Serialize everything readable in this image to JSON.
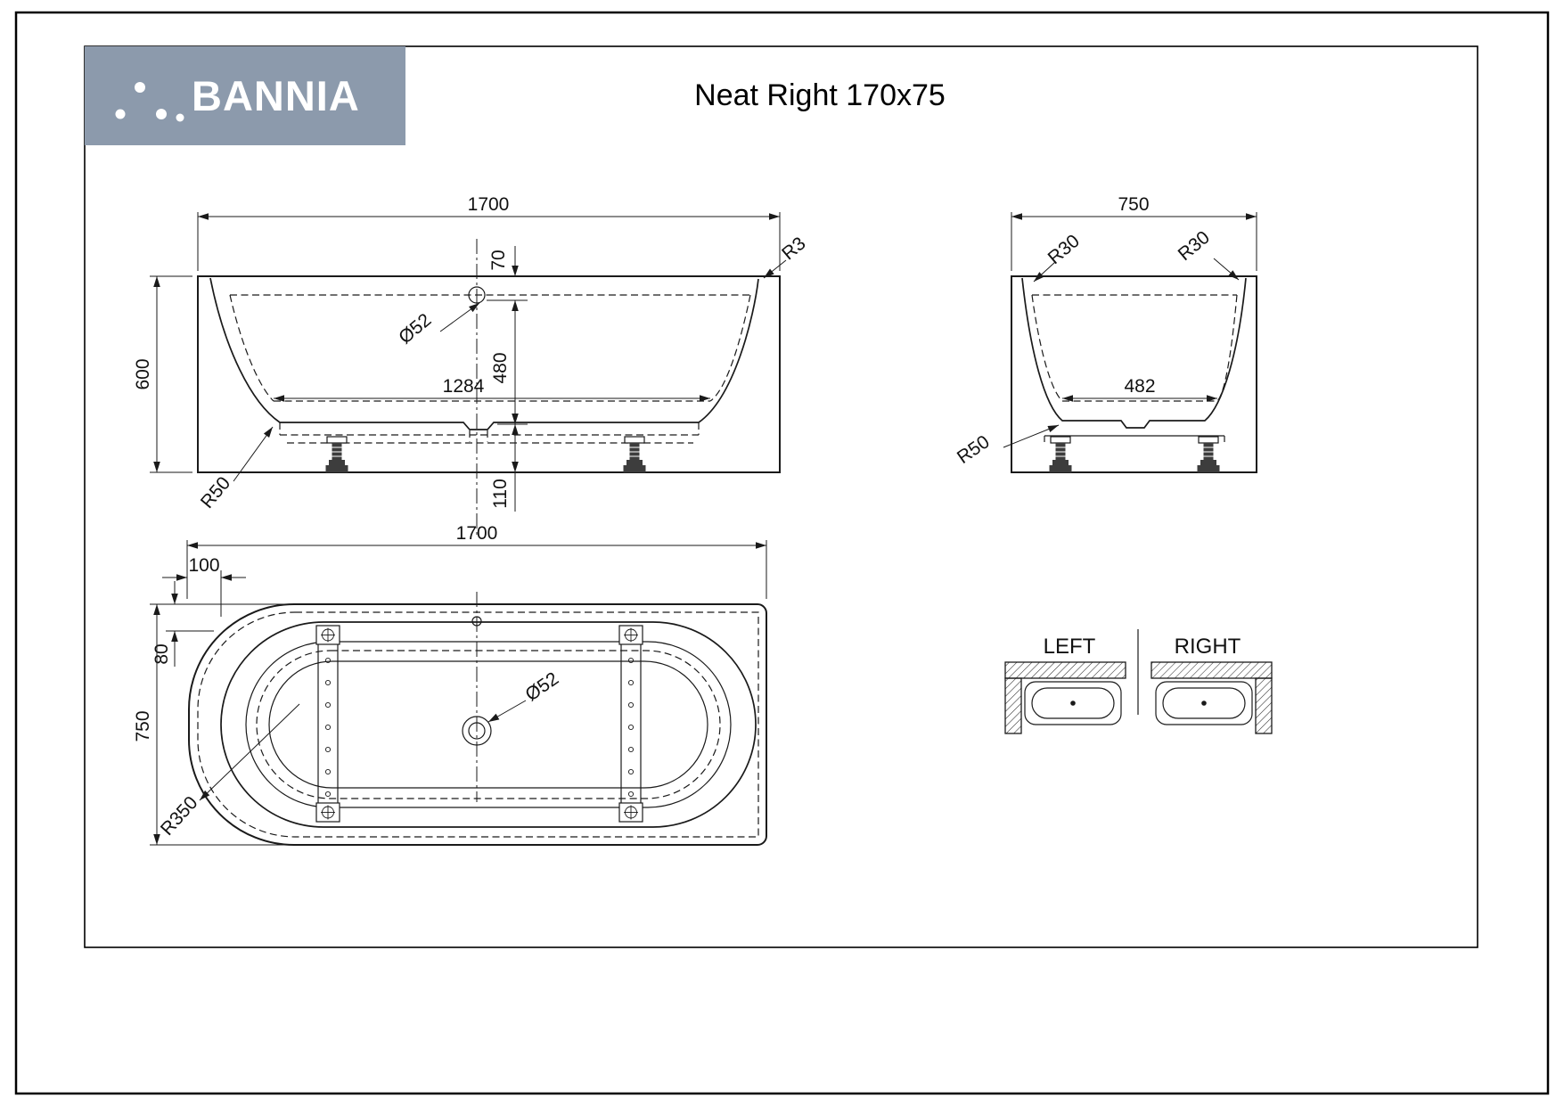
{
  "header": {
    "brand": "BANNIA",
    "title": "Neat Right 170x75"
  },
  "colors": {
    "header_background": "#8c9aac",
    "line_color": "#1a1a1a"
  },
  "front_view": {
    "dim_length": "1700",
    "dim_overflow_offset": "70",
    "dim_overflow_diameter": "Ø52",
    "dim_depth": "480",
    "dim_bottom_length": "1284",
    "dim_height": "600",
    "dim_leg_height": "110",
    "dim_bottom_radius": "R50",
    "dim_rim_radius": "R3"
  },
  "end_view": {
    "dim_width": "750",
    "dim_corner_radius_left": "R30",
    "dim_corner_radius_right": "R30",
    "dim_bottom_width": "482",
    "dim_bottom_radius": "R50"
  },
  "plan_view": {
    "dim_length": "1700",
    "dim_end_offset": "100",
    "dim_rim_offset": "80",
    "dim_width": "750",
    "dim_drain_diameter": "Ø52",
    "dim_corner_radius": "R350"
  },
  "orientation": {
    "left_label": "LEFT",
    "right_label": "RIGHT"
  }
}
